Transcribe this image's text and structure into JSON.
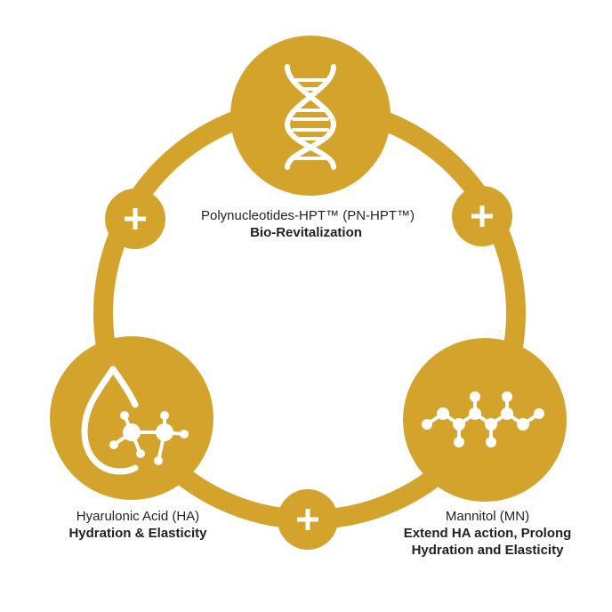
{
  "colors": {
    "gold": "#D4A32B",
    "text": "#231F20",
    "icon": "#FFFFFF"
  },
  "nodes": {
    "pn": {
      "icon": "dna-icon",
      "name": "Polynucleotides-HPT™ (PN-HPT™)",
      "benefit": "Bio-Revitalization"
    },
    "ha": {
      "icon": "droplet-molecule-icon",
      "name": "Hyarulonic Acid (HA)",
      "benefit": "Hydration & Elasticity"
    },
    "mn": {
      "icon": "molecule-chain-icon",
      "name": "Mannitol (MN)",
      "benefit": "Extend HA action, Prolong Hydration and Elasticity"
    }
  },
  "connectors": [
    {
      "icon": "plus-icon",
      "between": "pn-ha"
    },
    {
      "icon": "plus-icon",
      "between": "pn-mn"
    },
    {
      "icon": "plus-icon",
      "between": "ha-mn"
    }
  ]
}
